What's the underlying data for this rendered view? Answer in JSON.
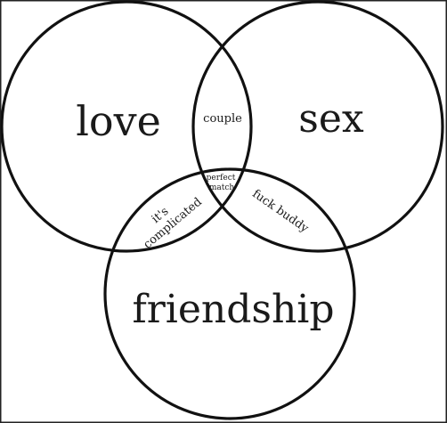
{
  "diagram": {
    "sets": [
      {
        "id": "love",
        "label": "love"
      },
      {
        "id": "sex",
        "label": "sex"
      },
      {
        "id": "friendship",
        "label": "friendship"
      }
    ],
    "intersections": {
      "love_sex": "couple",
      "love_friendship_line1": "it's",
      "love_friendship_line2": "complicated",
      "sex_friendship": "fuck buddy",
      "all_line1": "perfect",
      "all_line2": "match"
    },
    "colors": {
      "stroke": "#111111",
      "text": "#1a1a1a",
      "background": "#ffffff"
    }
  }
}
